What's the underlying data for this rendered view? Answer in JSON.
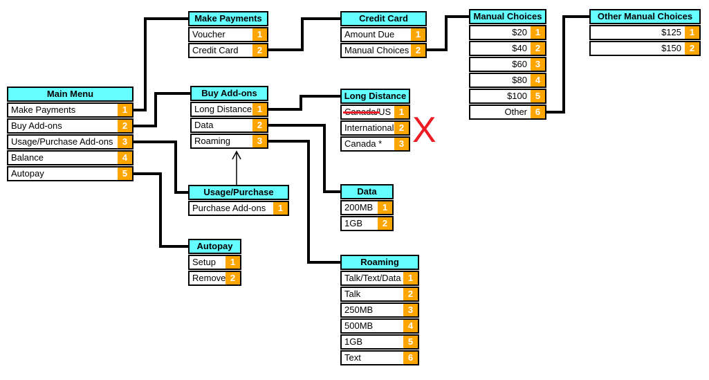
{
  "boxes": {
    "main_menu": {
      "title": "Main Menu",
      "items": [
        {
          "label": "Make Payments",
          "key": "1"
        },
        {
          "label": "Buy Add-ons",
          "key": "2"
        },
        {
          "label": "Usage/Purchase Add-ons",
          "key": "3"
        },
        {
          "label": "Balance",
          "key": "4"
        },
        {
          "label": "Autopay",
          "key": "5"
        }
      ]
    },
    "make_payments": {
      "title": "Make Payments",
      "items": [
        {
          "label": "Voucher",
          "key": "1"
        },
        {
          "label": "Credit Card",
          "key": "2"
        }
      ]
    },
    "credit_card": {
      "title": "Credit Card",
      "items": [
        {
          "label": "Amount Due",
          "key": "1"
        },
        {
          "label": "Manual Choices",
          "key": "2"
        }
      ]
    },
    "manual_choices": {
      "title": "Manual Choices",
      "items": [
        {
          "label": "$20",
          "key": "1"
        },
        {
          "label": "$40",
          "key": "2"
        },
        {
          "label": "$60",
          "key": "3"
        },
        {
          "label": "$80",
          "key": "4"
        },
        {
          "label": "$100",
          "key": "5"
        },
        {
          "label": "Other",
          "key": "6"
        }
      ]
    },
    "other_manual_choices": {
      "title": "Other Manual Choices",
      "items": [
        {
          "label": "$125",
          "key": "1"
        },
        {
          "label": "$150",
          "key": "2"
        }
      ]
    },
    "buy_addons": {
      "title": "Buy Add-ons",
      "items": [
        {
          "label": "Long Distance",
          "key": "1"
        },
        {
          "label": "Data",
          "key": "2"
        },
        {
          "label": "Roaming",
          "key": "3"
        }
      ]
    },
    "long_distance": {
      "title": "Long Distance",
      "items": [
        {
          "label_struck": "Canada/",
          "label_rest": "US",
          "key": "1"
        },
        {
          "label": "International",
          "key": "2"
        },
        {
          "label": "Canada *",
          "key": "3"
        }
      ]
    },
    "data_plans": {
      "title": "Data",
      "items": [
        {
          "label": "200MB",
          "key": "1"
        },
        {
          "label": "1GB",
          "key": "2"
        }
      ]
    },
    "usage_purchase": {
      "title": "Usage/Purchase",
      "items": [
        {
          "label": "Purchase Add-ons",
          "key": "1"
        }
      ]
    },
    "autopay": {
      "title": "Autopay",
      "items": [
        {
          "label": "Setup",
          "key": "1"
        },
        {
          "label": "Remove",
          "key": "2"
        }
      ]
    },
    "roaming": {
      "title": "Roaming",
      "items": [
        {
          "label": "Talk/Text/Data",
          "key": "1"
        },
        {
          "label": "Talk",
          "key": "2"
        },
        {
          "label": "250MB",
          "key": "3"
        },
        {
          "label": "500MB",
          "key": "4"
        },
        {
          "label": "1GB",
          "key": "5"
        },
        {
          "label": "Text",
          "key": "6"
        }
      ]
    }
  },
  "annotations": {
    "rejected_mark": "X"
  },
  "colors": {
    "header_bg": "#66FFFF",
    "badge_bg": "#FFA500",
    "connector": "#000000",
    "reject_red": "#ED1C24"
  }
}
